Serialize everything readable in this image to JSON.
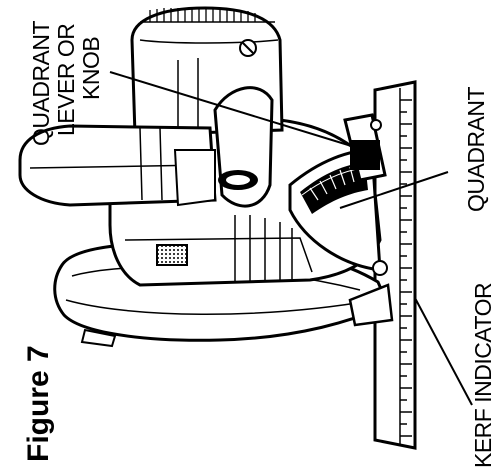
{
  "figure": {
    "title": "Figure 7",
    "callouts": {
      "lever": [
        "QUADRANT",
        "LEVER OR",
        "KNOB"
      ],
      "quadrant": "QUADRANT",
      "kerf": "KERF INDICATOR"
    }
  },
  "colors": {
    "ink": "#000000",
    "paper": "#ffffff"
  }
}
